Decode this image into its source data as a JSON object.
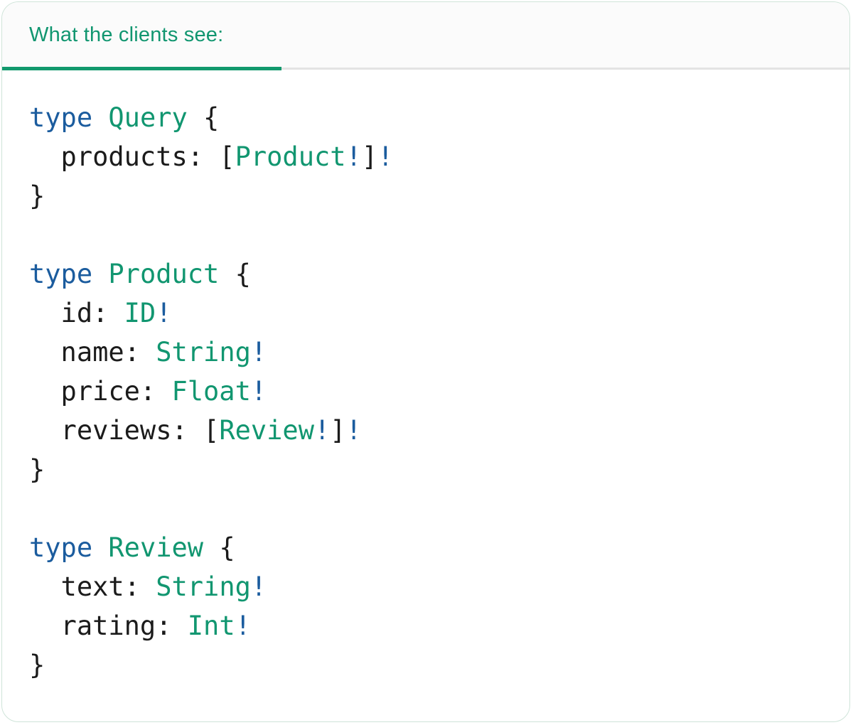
{
  "colors": {
    "teal": "#119670",
    "blue": "#1b5c9e",
    "code-text": "#1b1b1b",
    "divider": "#e3e3e3",
    "card-border": "#cfe4d9",
    "header-bg": "#fbfbfb",
    "tab-underline": "#12996d"
  },
  "tab": {
    "label": "What the clients see:"
  },
  "code": {
    "language": "graphql",
    "raw": "type Query {\n  products: [Product!]!\n}\n\ntype Product {\n  id: ID!\n  name: String!\n  price: Float!\n  reviews: [Review!]!\n}\n\ntype Review {\n  text: String!\n  rating: Int!\n}",
    "lines": [
      {
        "tokens": [
          {
            "t": "type",
            "c": "kw"
          },
          {
            "t": " ",
            "c": "p"
          },
          {
            "t": "Query",
            "c": "ty"
          },
          {
            "t": " {",
            "c": "p"
          }
        ]
      },
      {
        "tokens": [
          {
            "t": "  products: [",
            "c": "p"
          },
          {
            "t": "Product",
            "c": "ty"
          },
          {
            "t": "!",
            "c": "bang"
          },
          {
            "t": "]",
            "c": "p"
          },
          {
            "t": "!",
            "c": "bang"
          }
        ]
      },
      {
        "tokens": [
          {
            "t": "}",
            "c": "p"
          }
        ]
      },
      {
        "tokens": []
      },
      {
        "tokens": [
          {
            "t": "type",
            "c": "kw"
          },
          {
            "t": " ",
            "c": "p"
          },
          {
            "t": "Product",
            "c": "ty"
          },
          {
            "t": " {",
            "c": "p"
          }
        ]
      },
      {
        "tokens": [
          {
            "t": "  id: ",
            "c": "p"
          },
          {
            "t": "ID",
            "c": "ty"
          },
          {
            "t": "!",
            "c": "bang"
          }
        ]
      },
      {
        "tokens": [
          {
            "t": "  name: ",
            "c": "p"
          },
          {
            "t": "String",
            "c": "ty"
          },
          {
            "t": "!",
            "c": "bang"
          }
        ]
      },
      {
        "tokens": [
          {
            "t": "  price: ",
            "c": "p"
          },
          {
            "t": "Float",
            "c": "ty"
          },
          {
            "t": "!",
            "c": "bang"
          }
        ]
      },
      {
        "tokens": [
          {
            "t": "  reviews: [",
            "c": "p"
          },
          {
            "t": "Review",
            "c": "ty"
          },
          {
            "t": "!",
            "c": "bang"
          },
          {
            "t": "]",
            "c": "p"
          },
          {
            "t": "!",
            "c": "bang"
          }
        ]
      },
      {
        "tokens": [
          {
            "t": "}",
            "c": "p"
          }
        ]
      },
      {
        "tokens": []
      },
      {
        "tokens": [
          {
            "t": "type",
            "c": "kw"
          },
          {
            "t": " ",
            "c": "p"
          },
          {
            "t": "Review",
            "c": "ty"
          },
          {
            "t": " {",
            "c": "p"
          }
        ]
      },
      {
        "tokens": [
          {
            "t": "  text: ",
            "c": "p"
          },
          {
            "t": "String",
            "c": "ty"
          },
          {
            "t": "!",
            "c": "bang"
          }
        ]
      },
      {
        "tokens": [
          {
            "t": "  rating: ",
            "c": "p"
          },
          {
            "t": "Int",
            "c": "ty"
          },
          {
            "t": "!",
            "c": "bang"
          }
        ]
      },
      {
        "tokens": [
          {
            "t": "}",
            "c": "p"
          }
        ]
      }
    ]
  }
}
